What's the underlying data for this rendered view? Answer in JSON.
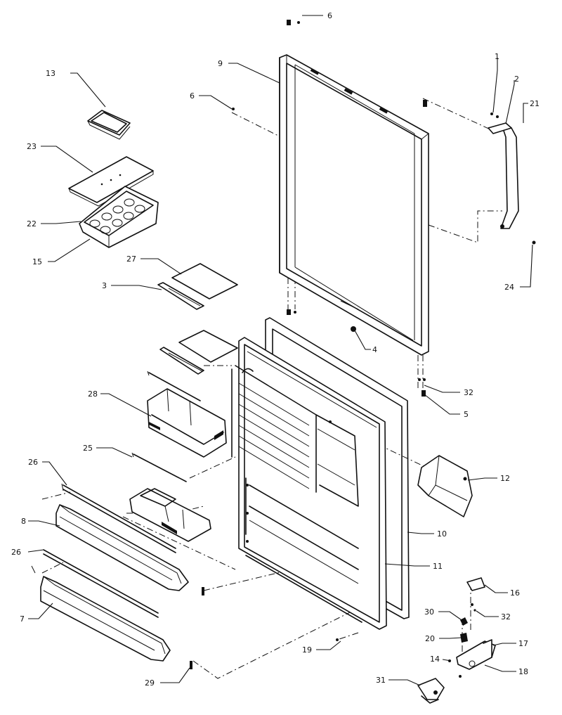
{
  "callouts": {
    "c1": "1",
    "c2": "2",
    "c3": "3",
    "c4": "4",
    "c5": "5",
    "c6a": "6",
    "c6b": "6",
    "c7": "7",
    "c8": "8",
    "c9": "9",
    "c10": "10",
    "c11": "11",
    "c12": "12",
    "c13": "13",
    "c14": "14",
    "c15": "15",
    "c16": "16",
    "c17": "17",
    "c18": "18",
    "c19": "19",
    "c20": "20",
    "c21": "21",
    "c22": "22",
    "c23": "23",
    "c24": "24",
    "c25": "25",
    "c26a": "26",
    "c26b": "26",
    "c27": "27",
    "c28": "28",
    "c29": "29",
    "c30": "30",
    "c31": "31",
    "c32a": "32",
    "c32b": "32"
  }
}
